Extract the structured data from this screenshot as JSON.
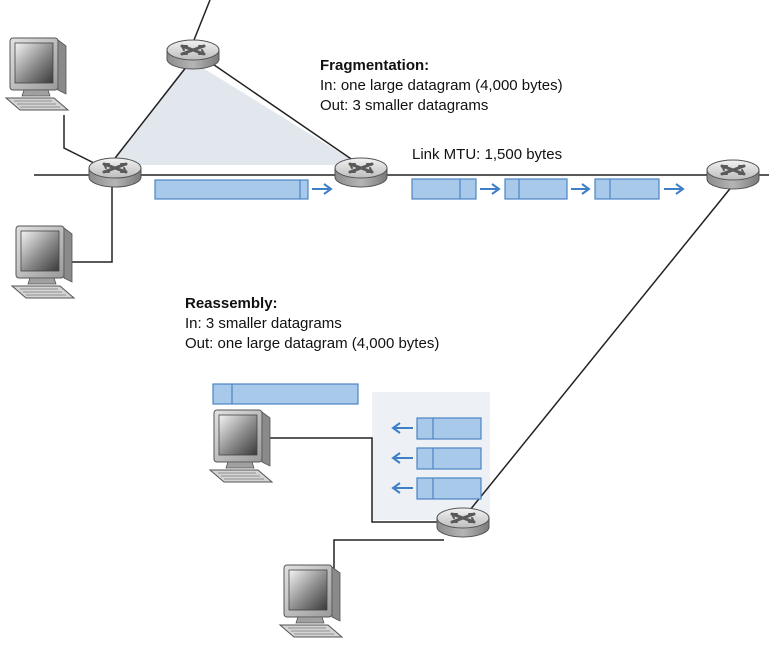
{
  "fragmentation": {
    "title": "Fragmentation:",
    "in": "In: one large datagram (4,000 bytes)",
    "out": "Out: 3 smaller datagrams"
  },
  "link_mtu": "Link MTU: 1,500 bytes",
  "reassembly": {
    "title": "Reassembly:",
    "in": "In: 3 smaller datagrams",
    "out": "Out: one large datagram (4,000 bytes)"
  },
  "colors": {
    "datagram_fill": "#a9c9ea",
    "datagram_stroke": "#4b86c4",
    "arrow": "#3f7fc8",
    "network_shade": "#dde3ea",
    "link": "#222222"
  }
}
